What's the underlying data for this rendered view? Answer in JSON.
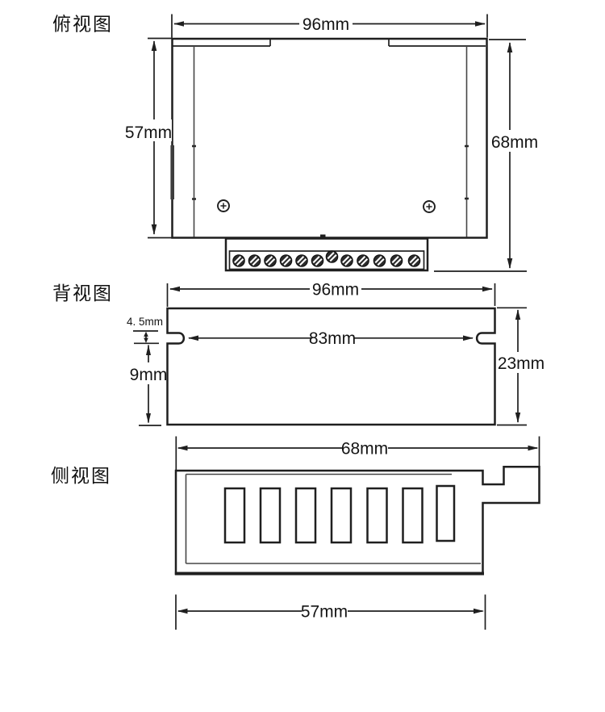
{
  "drawing": {
    "background": "#ffffff",
    "ink": "#1f1f1f",
    "views": {
      "top": {
        "label": "俯视图",
        "dims": {
          "width": "96mm",
          "depth": "57mm",
          "overall_height": "68mm"
        }
      },
      "back": {
        "label": "背视图",
        "dims": {
          "width": "96mm",
          "slot_height": "4. 5mm",
          "slot_span": "83mm",
          "slot_offset": "9mm",
          "height": "23mm"
        }
      },
      "side": {
        "label": "侧视图",
        "dims": {
          "width": "68mm",
          "base_width": "57mm"
        }
      }
    }
  }
}
